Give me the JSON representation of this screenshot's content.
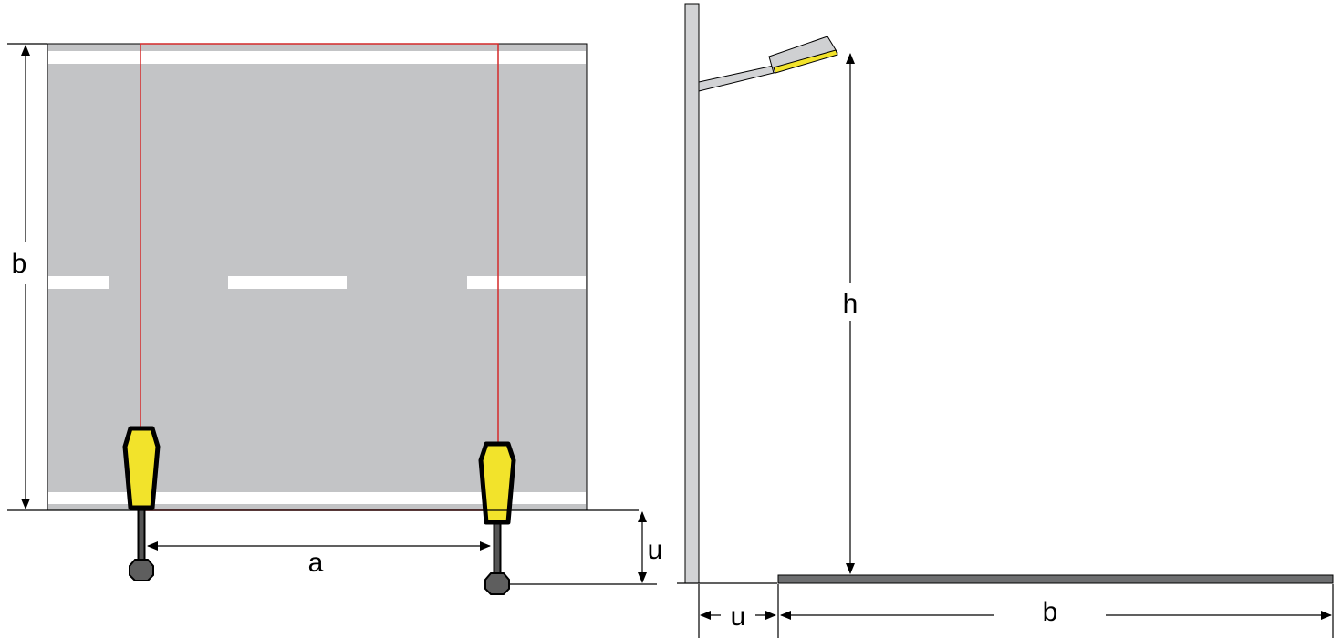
{
  "colors": {
    "road": "#c3c4c6",
    "marking": "#ffffff",
    "outline": "#000000",
    "red_frame": "#d42a2a",
    "lamp_yellow": "#f2e32b",
    "lamp_housing": "#cfd0d2",
    "pole": "#d2d3d5",
    "luminaire_dark": "#5a5a5a",
    "road_section": "#6d6e70"
  },
  "plan_view": {
    "label_b": "b",
    "label_a": "a",
    "label_u": "u"
  },
  "section_view": {
    "label_h": "h",
    "label_u": "u",
    "label_b": "b"
  }
}
